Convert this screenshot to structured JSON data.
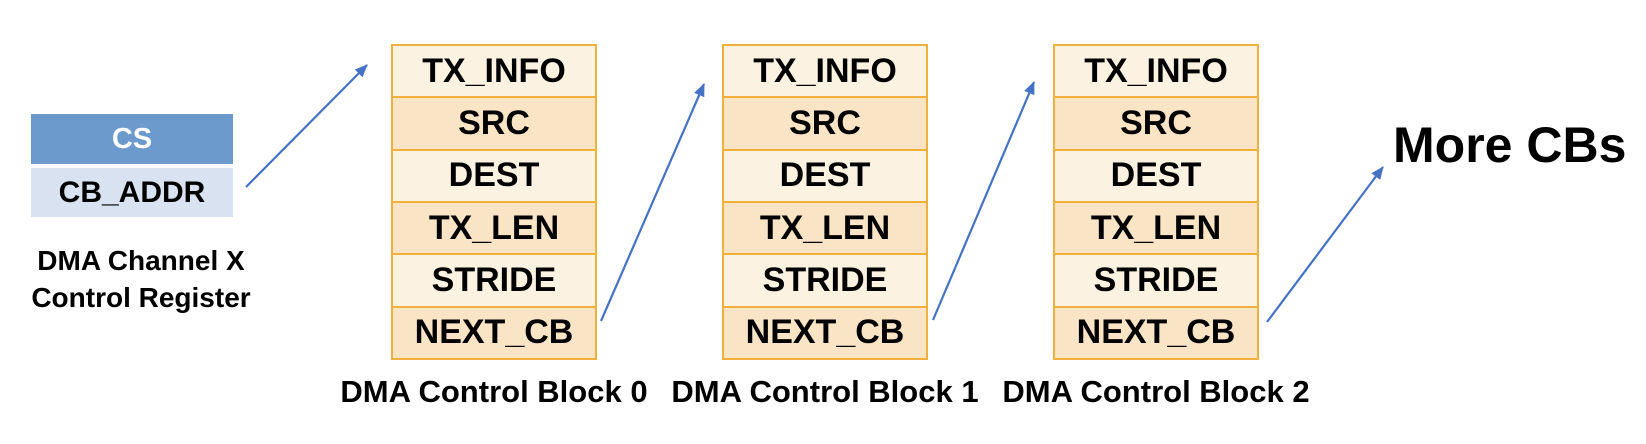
{
  "colors": {
    "arrow": "#4472C4",
    "block-border": "#F0B13C",
    "row-light": "#FCF2E2",
    "row-dark": "#F9E4C6",
    "cs-fill": "#6D9ACD",
    "cb-addr-fill": "#D9E2F0"
  },
  "register": {
    "rows": [
      "CS",
      "CB_ADDR"
    ],
    "caption_line1": "DMA Channel X",
    "caption_line2": "Control Register"
  },
  "blocks": [
    {
      "caption": "DMA Control Block 0",
      "rows": [
        "TX_INFO",
        "SRC",
        "DEST",
        "TX_LEN",
        "STRIDE",
        "NEXT_CB"
      ]
    },
    {
      "caption": "DMA Control Block 1",
      "rows": [
        "TX_INFO",
        "SRC",
        "DEST",
        "TX_LEN",
        "STRIDE",
        "NEXT_CB"
      ]
    },
    {
      "caption": "DMA Control Block 2",
      "rows": [
        "TX_INFO",
        "SRC",
        "DEST",
        "TX_LEN",
        "STRIDE",
        "NEXT_CB"
      ]
    }
  ],
  "more_cbs_label": "More CBs"
}
